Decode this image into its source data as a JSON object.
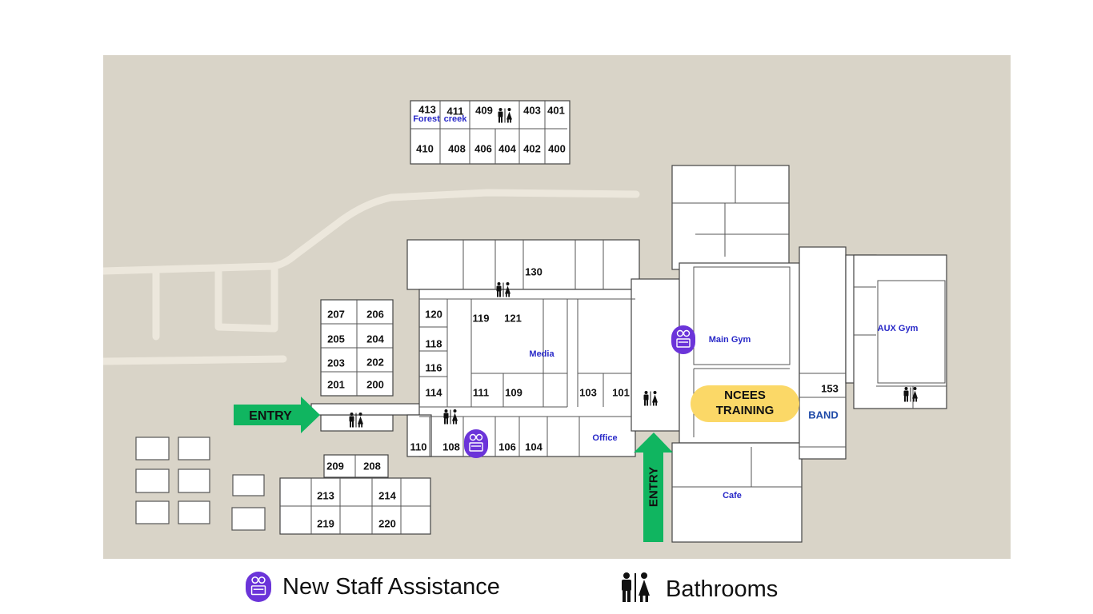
{
  "map": {
    "rooms_400": [
      "413",
      "411",
      "409",
      "403",
      "401",
      "410",
      "408",
      "406",
      "404",
      "402",
      "400"
    ],
    "rooms_200": [
      "207",
      "206",
      "205",
      "204",
      "203",
      "202",
      "201",
      "200",
      "209",
      "208",
      "213",
      "214",
      "219",
      "220"
    ],
    "rooms_100": [
      "130",
      "120",
      "119",
      "121",
      "118",
      "116",
      "114",
      "111",
      "109",
      "103",
      "101",
      "110",
      "108",
      "106",
      "104",
      "153"
    ],
    "places": {
      "forest": "Forest",
      "creek": "creek",
      "media": "Media",
      "office": "Office",
      "main_gym": "Main Gym",
      "aux_gym": "AUX Gym",
      "cafe": "Cafe",
      "band": "BAND"
    },
    "entry_label": "ENTRY",
    "training_label": "NCEES\nTRAINING",
    "colors": {
      "map_bg": "#d9d4c8",
      "path": "#ece7dc",
      "building": "#ffffff",
      "entry_arrow": "#10b560",
      "staff_marker": "#6b34d9",
      "training_badge": "#fbd867",
      "place_label": "#2929c8"
    }
  },
  "legend": {
    "staff_icon": "staff-assistance-icon",
    "staff_label": "New Staff Assistance",
    "bathroom_icon": "restroom-icon",
    "bathroom_label": "Bathrooms"
  }
}
